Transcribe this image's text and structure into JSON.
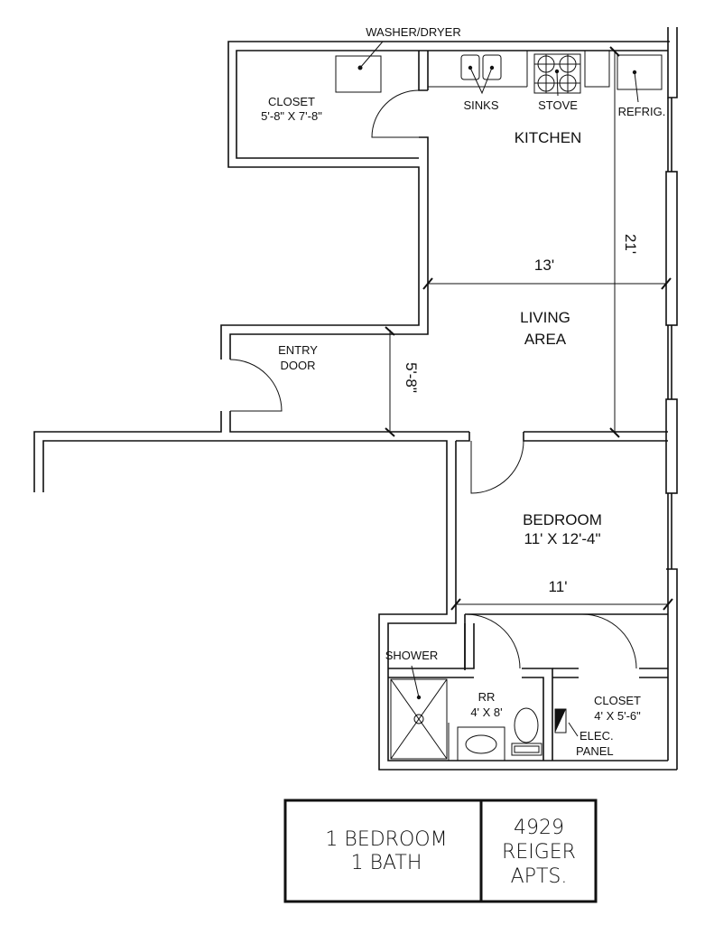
{
  "labels": {
    "washer_dryer": "WASHER/DRYER",
    "closet_top": "CLOSET",
    "closet_top_size": "5'-8\" X 7'-8\"",
    "sinks": "SINKS",
    "stove": "STOVE",
    "refrig": "REFRIG.",
    "kitchen": "KITCHEN",
    "dim_21": "21'",
    "dim_13": "13'",
    "living_1": "LIVING",
    "living_2": "AREA",
    "entry_1": "ENTRY",
    "entry_2": "DOOR",
    "dim_5_8": "5'-8\"",
    "bedroom": "BEDROOM",
    "bedroom_size": "11' X 12'-4\"",
    "dim_11": "11'",
    "shower": "SHOWER",
    "rr": "RR",
    "rr_size": "4' X 8'",
    "closet_bottom": "CLOSET",
    "closet_bottom_size": "4' X 5'-6\"",
    "elec_1": "ELEC.",
    "elec_2": "PANEL"
  },
  "title_block": {
    "unit_line1": "1 BEDROOM",
    "unit_line2": "1 BATH",
    "address_line1": "4929",
    "address_line2": "REIGER",
    "address_line3": "APTS."
  }
}
